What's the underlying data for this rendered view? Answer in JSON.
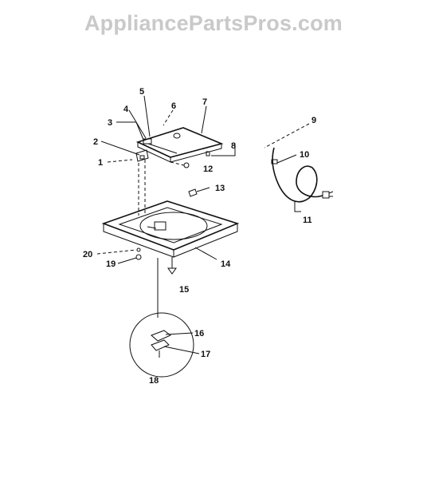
{
  "header": {
    "watermark": "AppliancePartsPros.com"
  },
  "callouts": {
    "c1": "1",
    "c2": "2",
    "c3": "3",
    "c4": "4",
    "c5": "5",
    "c6": "6",
    "c7": "7",
    "c8": "8",
    "c9": "9",
    "c10": "10",
    "c11": "11",
    "c12": "12",
    "c13": "13",
    "c14": "14",
    "c15": "15",
    "c16": "16",
    "c17": "17",
    "c18": "18",
    "c19": "19",
    "c20": "20"
  }
}
